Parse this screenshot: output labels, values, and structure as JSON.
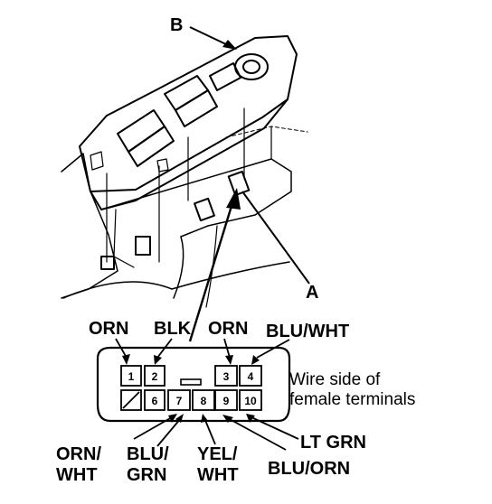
{
  "callouts": {
    "b": "B",
    "a": "A"
  },
  "connector": {
    "pins": [
      "1",
      "2",
      "3",
      "4",
      "6",
      "7",
      "8",
      "9",
      "10"
    ],
    "note_line1": "Wire side of",
    "note_line2": "female terminals"
  },
  "wires": {
    "pin1": "ORN",
    "pin2": "BLK",
    "pin3": "ORN",
    "pin4": "BLU/WHT",
    "pin6_line1": "ORN/",
    "pin6_line2": "WHT",
    "pin7_line1": "BLU/",
    "pin7_line2": "GRN",
    "pin8_line1": "YEL/",
    "pin8_line2": "WHT",
    "pin9": "BLU/ORN",
    "pin10": "LT GRN"
  }
}
